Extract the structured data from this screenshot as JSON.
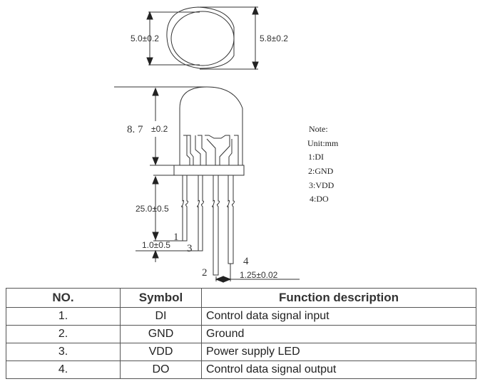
{
  "diagram": {
    "top_view": {
      "dim_inner": "5.0±0.2",
      "dim_outer": "5.8±0.2"
    },
    "side_view": {
      "dim_height": "8. 7",
      "dim_height_tol": "±0.2",
      "dim_lead_length": "25.0±0.5",
      "dim_offset": "1.0±0.5",
      "dim_pitch": "1.25±0.02",
      "pin_labels": [
        "1",
        "2",
        "3",
        "4"
      ]
    },
    "notes": {
      "title": "Note:",
      "unit": "Unit:mm",
      "pins": [
        "1:DI",
        "2:GND",
        "3:VDD",
        "4:DO"
      ]
    }
  },
  "table": {
    "headers": [
      "NO.",
      "Symbol",
      "Function description"
    ],
    "rows": [
      {
        "no": "1.",
        "symbol": "DI",
        "function": "Control data signal input"
      },
      {
        "no": "2.",
        "symbol": "GND",
        "function": "Ground"
      },
      {
        "no": "3.",
        "symbol": "VDD",
        "function": "Power supply LED"
      },
      {
        "no": "4.",
        "symbol": "DO",
        "function": "Control data signal output"
      }
    ]
  }
}
